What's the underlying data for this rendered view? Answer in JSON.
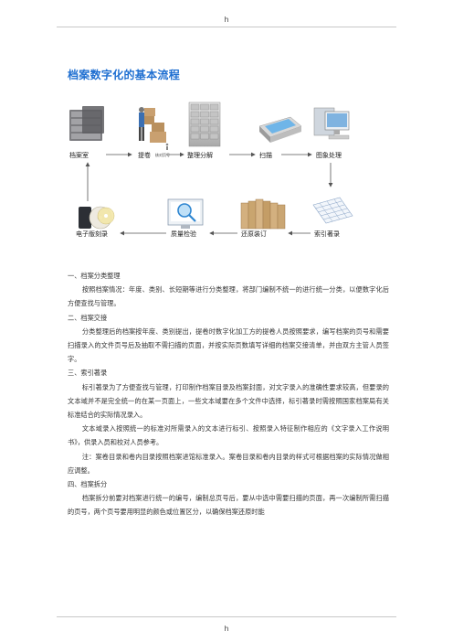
{
  "header": {
    "mark": "h"
  },
  "footer": {
    "mark": "h"
  },
  "doc": {
    "title": "档案数字化的基本流程"
  },
  "flow": {
    "steps": {
      "archive": "档案室",
      "retrieve": "提卷",
      "retrieve_note": "核对页号",
      "sort": "整理分解",
      "scan": "扫描",
      "image": "图象处理",
      "index": "索引著录",
      "rebind": "还原装订",
      "qc": "质量检验",
      "disc": "电子版刻录"
    },
    "arrow_color": "#555555"
  },
  "sections": [
    {
      "heading": "一、档案分类整理",
      "paras": [
        "按照档案情况：年度、类别、长短期等进行分类整理，将部门编制不统一的进行统一分类，以便数字化后方便查找与管理。"
      ]
    },
    {
      "heading": "二、档案交接",
      "paras": [
        "分类整理后的档案按年度、类别提出，提卷时数字化加工方的提卷人员按照要求，编写档案的页号和需要扫描录入的文件页号后及抽取不需扫描的页面，并按实际页数填写详细的档案交接清单，并由双方主管人员签字。"
      ]
    },
    {
      "heading": "三、索引著录",
      "paras": [
        "标引著录为了方便查找与管理，打印制作档案目录及档案封面，对文字录入的准确性要求较高，但要录的文本域并不是完全统一的在某一页面上，一些文本域要在多个文件中选择，标引著录时需按照国家档案局有关标准结合的实际情况录入。",
        "文本域录入按照统一的标准对所需录入的文本进行标引、按照录入特征制作相应的《文字录入工作说明书》，供录入员和校对人员参考。",
        "注：案卷目录和卷内目录按照档案进馆标准录入。案卷目录和卷内目录的样式可根据档案的实际情况做相应调整。"
      ]
    },
    {
      "heading": "四、档案拆分",
      "paras": [
        "档案拆分前要对档案进行统一的编号，编制总页号后，要从中选中需要扫描的页面，再一次编制所需扫描的页号，两个页号要用明显的颜色或位置区分，以确保档案还原时能"
      ]
    }
  ]
}
